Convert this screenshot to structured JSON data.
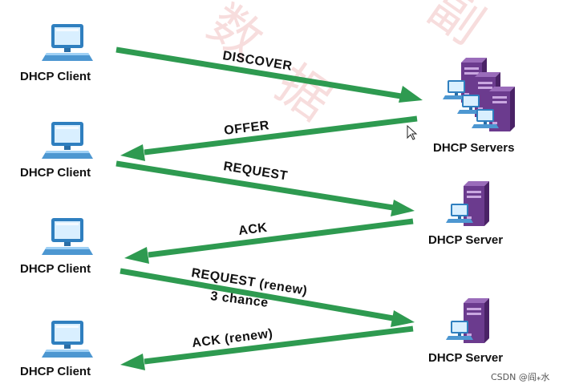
{
  "clients": [
    "DHCP Client",
    "DHCP Client",
    "DHCP Client",
    "DHCP Client"
  ],
  "servers": [
    "DHCP Servers",
    "DHCP Server",
    "DHCP Server"
  ],
  "messages": {
    "discover": "DISCOVER",
    "offer": "OFFER",
    "request": "REQUEST",
    "ack": "ACK",
    "request_renew": "REQUEST (renew)",
    "chance": "3 chance",
    "ack_renew": "ACK (renew)"
  },
  "watermark": {
    "chars": [
      "数",
      "据",
      "副"
    ]
  },
  "footer": {
    "text": "CSDN @阎⁎水"
  },
  "colors": {
    "arrow": "#2e9a50",
    "monitor_frame": "#2f7fbf",
    "monitor_screen": "#d9efff",
    "server_body": "#6b3b8e",
    "server_dark": "#4a2266"
  },
  "icons": [
    "computer-icon",
    "server-icon",
    "cursor-icon"
  ]
}
